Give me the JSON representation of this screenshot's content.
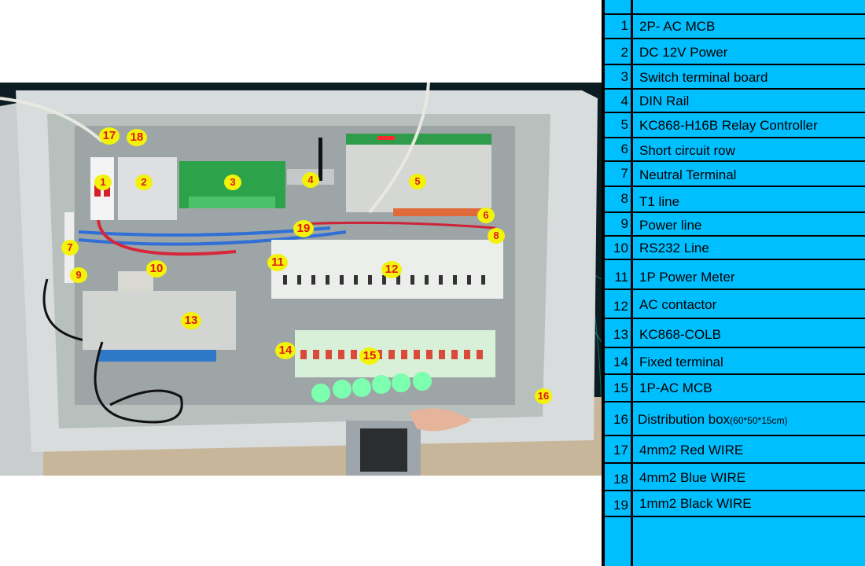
{
  "figure": {
    "title": "Distribution box wiring with KC868 controllers",
    "photo_description": "Open electrical distribution box with relay controller, contactors, MCBs and indicator lamps"
  },
  "callouts": [
    "1",
    "2",
    "3",
    "4",
    "5",
    "6",
    "7",
    "8",
    "9",
    "10",
    "11",
    "12",
    "13",
    "14",
    "15",
    "16",
    "17",
    "18",
    "19"
  ],
  "legend": {
    "rows": [
      {
        "num": "1",
        "label": "2P- AC MCB"
      },
      {
        "num": "2",
        "label": "DC 12V Power"
      },
      {
        "num": "3",
        "label": "Switch terminal board"
      },
      {
        "num": "4",
        "label": "DIN Rail"
      },
      {
        "num": "5",
        "label": "KC868-H16B Relay Controller"
      },
      {
        "num": "6",
        "label": "Short circuit row"
      },
      {
        "num": "7",
        "label": "Neutral Terminal"
      },
      {
        "num": "8",
        "label": "T1 line"
      },
      {
        "num": "9",
        "label": "Power line"
      },
      {
        "num": "10",
        "label": "RS232 Line"
      },
      {
        "num": "11",
        "label": "1P Power Meter"
      },
      {
        "num": "12",
        "label": "AC contactor"
      },
      {
        "num": "13",
        "label": "KC868-COLB"
      },
      {
        "num": "14",
        "label": "Fixed terminal"
      },
      {
        "num": "15",
        "label": "1P-AC MCB"
      },
      {
        "num": "16",
        "label": "Distribution box",
        "suffix": "(60*50*15cm)"
      },
      {
        "num": "17",
        "label": "4mm2 Red WIRE"
      },
      {
        "num": "18",
        "label": "4mm2 Blue WIRE"
      },
      {
        "num": "19",
        "label": "1mm2 Black WIRE"
      }
    ]
  },
  "colors": {
    "legend_bg": "#00bfff",
    "callout_fill": "#f2f20a",
    "callout_text": "#e0181a"
  }
}
